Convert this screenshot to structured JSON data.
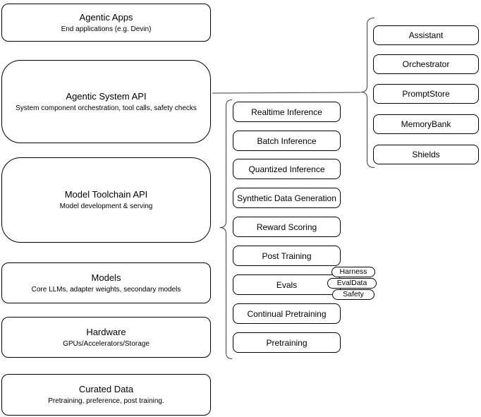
{
  "diagram": {
    "stack": [
      {
        "title": "Agentic Apps",
        "subtitle": "End applications (e.g. Devin)"
      },
      {
        "title": "Agentic System API",
        "subtitle": "System component orchestration, tool calls, safety checks"
      },
      {
        "title": "Model Toolchain API",
        "subtitle": "Model development & serving"
      },
      {
        "title": "Models",
        "subtitle": "Core LLMs, adapter weights, secondary models"
      },
      {
        "title": "Hardware",
        "subtitle": "GPUs/Accelerators/Storage"
      },
      {
        "title": "Curated Data",
        "subtitle": "Pretraining, preference, post training."
      }
    ],
    "toolchain_modules": [
      "Realtime Inference",
      "Batch Inference",
      "Quantized Inference",
      "Synthetic Data Generation",
      "Reward Scoring",
      "Post Training",
      "Evals",
      "Continual Pretraining",
      "Pretraining"
    ],
    "eval_tags": [
      "Harness",
      "EvalData",
      "Safety"
    ],
    "system_components": [
      "Assistant",
      "Orchestrator",
      "PromptStore",
      "MemoryBank",
      "Shields"
    ],
    "colors": {
      "stroke": "#000000",
      "background": "#ffffff",
      "connector": "#3d3d3d"
    }
  }
}
